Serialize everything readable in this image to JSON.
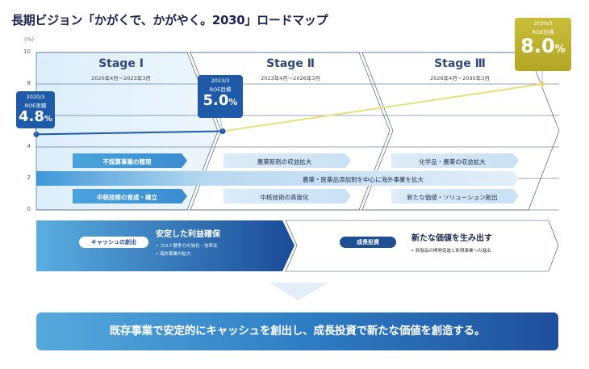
{
  "title": "長期ビジョン「かがくで、かがやく。2030」ロードマップ",
  "colors": {
    "navy": "#1b2450",
    "primary_blue": "#1e5aa8",
    "light_blue": "#56a9dc",
    "gold": "#c9be3a",
    "stage_fill": "#e6f1fa"
  },
  "chart_data": {
    "type": "line",
    "unit_label": "(%)",
    "ylim": [
      0,
      10
    ],
    "yticks": [
      "0",
      "2",
      "4",
      "6",
      "8",
      "10"
    ],
    "grid": true,
    "series": [
      {
        "name": "ROE実績",
        "color": "#1e5aa8",
        "points": [
          [
            "2020/3",
            4.8
          ],
          [
            "2023/3",
            5.0
          ]
        ]
      },
      {
        "name": "ROE目標",
        "color": "#e8e078",
        "points": [
          [
            "2023/3",
            5.0
          ],
          [
            "2030/3",
            8.0
          ]
        ]
      }
    ],
    "annotations": [
      {
        "date": "2020/3",
        "label": "ROE実績",
        "value": "4.8",
        "unit": "%"
      },
      {
        "date": "2023/3",
        "label": "ROE目標",
        "value": "5.0",
        "unit": "%"
      },
      {
        "date": "2030/3",
        "label": "ROE目標",
        "value": "8.0",
        "unit": "%"
      }
    ]
  },
  "stages": [
    {
      "title": "Stage Ⅰ",
      "period": "2020年4月～2023年3月"
    },
    {
      "title": "Stage Ⅱ",
      "period": "2023年4月～2026年3月"
    },
    {
      "title": "Stage Ⅲ",
      "period": "2026年4月～2030年3月"
    }
  ],
  "bars": {
    "row1": [
      "不採算事業の整理",
      "農薬新剤の収益拡大",
      "化学品・農薬の収益拡大"
    ],
    "row2": "農薬・医薬品添加剤を中心に海外事業を拡大",
    "row3": [
      "中核技術の育成・確立",
      "中核技術の高度化",
      "新たな価値・ソリューション創出"
    ]
  },
  "cash": {
    "badge": "キャッシュの創出",
    "title": "安定した利益確保",
    "bullets": [
      "• コスト競争力の強化・効率化",
      "• 海外事業の拡大"
    ]
  },
  "growth": {
    "badge": "成長投資",
    "title": "新たな価値を生み出す",
    "bullet": "• 新製品の開発促進と新規事業への進出"
  },
  "footer": "既存事業で安定的にキャッシュを創出し、成長投資で新たな価値を創造する。"
}
